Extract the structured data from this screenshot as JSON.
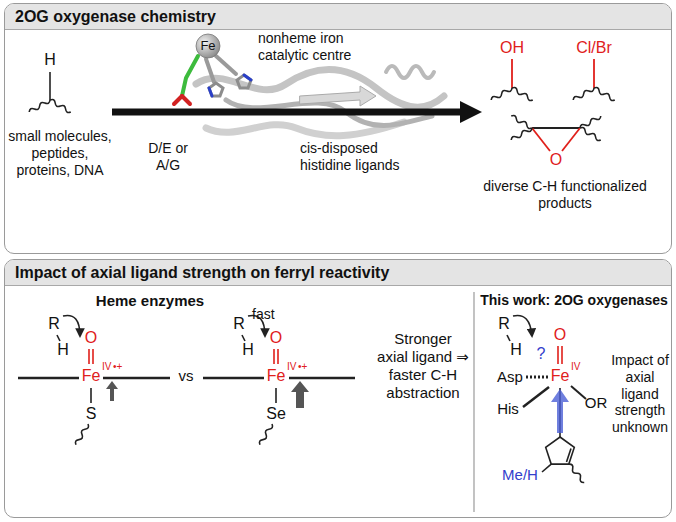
{
  "diagram": {
    "nodes": [
      {
        "text": [
          "2OG oxygenase chemistry"
        ]
      },
      {
        "text": [
          "Impact of axial ligand strength on ferryl reactivity"
        ]
      }
    ],
    "labels": [
      "H",
      "small molecules, peptides, proteins, DNA",
      "Fe",
      "nonheme iron catalytic centre",
      "D/E or A/G",
      "cis-disposed histidine ligands",
      "OH",
      "Cl/Br",
      "O",
      "diverse C-H functionalized products",
      "Heme enzymes",
      "R",
      "H",
      "O",
      "Fe",
      "IV",
      "•+",
      "S",
      "vs",
      "fast",
      "R",
      "H",
      "O",
      "Fe",
      "IV",
      "•+",
      "Se",
      "Stronger axial ligand ⇒ faster C-H abstraction",
      "This work: 2OG oxygenases",
      "R",
      "H",
      "?",
      "O",
      "Fe",
      "IV",
      "Asp",
      "His",
      "OR",
      "Me/H",
      "Impact of axial ligand strength unknown"
    ]
  }
}
